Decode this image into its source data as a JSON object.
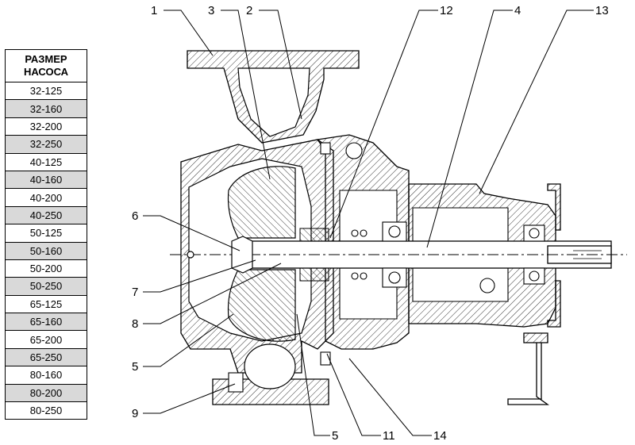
{
  "table": {
    "header_line1": "РАЗМЕР",
    "header_line2": "НАСОСА",
    "sizes": [
      "32-125",
      "32-160",
      "32-200",
      "32-250",
      "40-125",
      "40-160",
      "40-200",
      "40-250",
      "50-125",
      "50-160",
      "50-200",
      "50-250",
      "65-125",
      "65-160",
      "65-200",
      "65-250",
      "80-160",
      "80-200",
      "80-250"
    ]
  },
  "callouts": {
    "c1": "1",
    "c2": "2",
    "c3": "3",
    "c4": "4",
    "c5a": "5",
    "c5b": "5",
    "c6": "6",
    "c7": "7",
    "c8": "8",
    "c9": "9",
    "c11": "11",
    "c12": "12",
    "c13": "13",
    "c14": "14"
  },
  "colors": {
    "line": "#000000",
    "hatch": "#000000",
    "table_shade": "#d9d9d9",
    "background": "#ffffff"
  }
}
